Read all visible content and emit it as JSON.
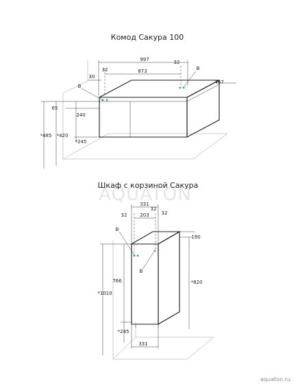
{
  "title_top": "Комод Сакура 100",
  "title_bottom": "Шкаф с корзиной Сакура",
  "watermark": "AQUATON",
  "site": "aquaton.ru",
  "dot_color": "#2aa3b5",
  "dresser": {
    "width": "997",
    "inner": "873",
    "left_offset": "32",
    "right_offset": "32",
    "side": "30",
    "depth": "467",
    "top": "65",
    "height": "240",
    "floor_high": "*485",
    "floor_mid": "*420",
    "floor_low": "*245",
    "label_b_left": "B",
    "label_b_right": "B"
  },
  "cabinet": {
    "width_top": "331",
    "left_offset": "32",
    "right_offset1": "32",
    "right_offset2": "32",
    "inner": "203",
    "depth": "190",
    "inner_height": "766",
    "total_height": "*1010",
    "floor": "*245",
    "right_height": "*820",
    "width_bottom": "331",
    "label_b_top": "B",
    "label_b_bottom": "B"
  }
}
